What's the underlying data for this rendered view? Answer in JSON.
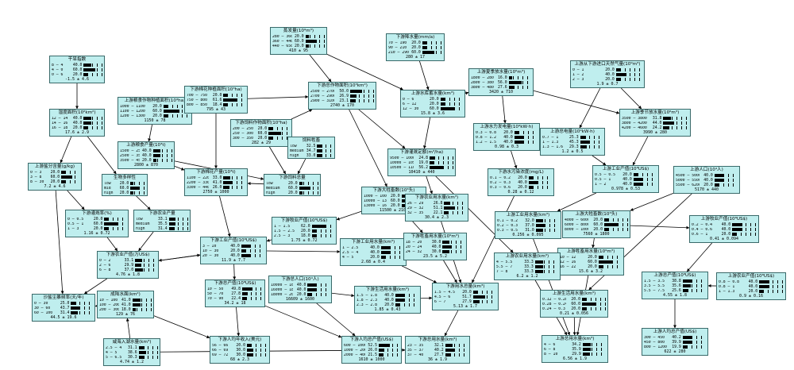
{
  "nodes": [
    {
      "id": "n1",
      "title": "干旱指数",
      "rows": [
        [
          "8 – 4",
          "40.0"
        ],
        [
          "4 – 0",
          "60.0"
        ],
        [
          "0 – 6",
          "20.0"
        ]
      ],
      "foot": "-1.5 ± 4.6"
    },
    {
      "id": "n2",
      "title": "湿度面积(10²km²)",
      "rows": [
        [
          "12 – 14",
          "40.0"
        ],
        [
          "14 – 16",
          "40.0"
        ],
        [
          "16 – 18",
          "20.0"
        ]
      ],
      "foot": "17.6 ± 2.9"
    },
    {
      "id": "n3",
      "title": "上游盐分含量(g/kg)",
      "rows": [
        [
          "0 – 3",
          "20.0"
        ],
        [
          "3 – 8",
          "60.0"
        ],
        [
          "8 – 30",
          "20.0"
        ]
      ],
      "foot": "7.2 ± 4.6"
    },
    {
      "id": "n4",
      "title": "生物多样性",
      "rows": [
        [
          "low",
          "20.0"
        ],
        [
          "mid",
          "60.0"
        ],
        [
          "high",
          "20.0"
        ]
      ],
      "foot": ""
    },
    {
      "id": "n5",
      "title": "下游灌溉率(%)",
      "rows": [
        [
          "0 – 0.5",
          "20.0"
        ],
        [
          "0.5 – 1",
          "60.0"
        ],
        [
          "1 – 3",
          "20.0"
        ]
      ],
      "foot": "1.16 ± 0.72"
    },
    {
      "id": "n6",
      "title": "下游农业产量",
      "rows": [
        [
          "low",
          "33.1"
        ],
        [
          "medium",
          "35.5"
        ],
        [
          "high",
          "31.4"
        ]
      ],
      "foot": ""
    },
    {
      "id": "n7",
      "title": "下游农业产值(万US$)",
      "rows": [
        [
          "0 – 2",
          "33.1"
        ],
        [
          "2 – 6",
          "29.9"
        ],
        [
          "6 – 8",
          "37.0"
        ]
      ],
      "foot": "4.76 ± 1.8"
    },
    {
      "id": "n8",
      "title": "沙盐尘暴频率(天/年)",
      "rows": [
        [
          "0 – 30",
          "25.0"
        ],
        [
          "30 – 60",
          "43.7"
        ],
        [
          "60 – 100",
          "31.4"
        ]
      ],
      "foot": "44.5 ± 19.6"
    },
    {
      "id": "n9",
      "title": "成陆水面(km²)",
      "rows": [
        [
          "10 – 100",
          "41.0"
        ],
        [
          "100 – 200",
          "41.0"
        ],
        [
          "200 – 300",
          "18.0"
        ]
      ],
      "foot": "129 ± 76"
    },
    {
      "id": "n10",
      "title": "咸海入湖水量(km³)",
      "rows": [
        [
          "2.5 – 4",
          "31.1"
        ],
        [
          "4 – 5",
          "38.6"
        ],
        [
          "5 – 6.5",
          "30.3"
        ]
      ],
      "foot": "4.74 ± 1.2"
    },
    {
      "id": "n11",
      "title": "上游粮食作物种植面积(10³ha)",
      "rows": [
        [
          "1000 – 1100",
          "20.0"
        ],
        [
          "1100 – 1200",
          "60.0"
        ],
        [
          "1200 – 1300",
          "20.0"
        ]
      ],
      "foot": "1150 ± 78"
    },
    {
      "id": "n12",
      "title": "上游粮食产量(10³t)",
      "rows": [
        [
          "1500 – 2500",
          "40.0"
        ],
        [
          "2500 – 3500",
          "40.0"
        ],
        [
          "3500 – 4500",
          "20.0"
        ]
      ],
      "foot": "2800 ± 870"
    },
    {
      "id": "n13",
      "title": "下游棉花种植面积(10³ha)",
      "rows": [
        [
          "700 – 750",
          "20.0"
        ],
        [
          "750 – 800",
          "61.6"
        ],
        [
          "800 – 850",
          "18.4"
        ]
      ],
      "foot": "795 ± 43"
    },
    {
      "id": "n14",
      "title": "下游饲料作物面积(10³ha)",
      "rows": [
        [
          "200 – 250",
          "20.0"
        ],
        [
          "250 – 300",
          "60.0"
        ],
        [
          "300 – 350",
          "20.0"
        ]
      ],
      "foot": "282 ± 29"
    },
    {
      "id": "n15",
      "title": "下游棉花产量(10³t)",
      "rows": [
        [
          "1100 – 2200",
          "33.0"
        ],
        [
          "2200 – 3300",
          "41.0"
        ],
        [
          "3300 – 4400",
          "26.0"
        ]
      ],
      "foot": "2750 ± 1000"
    },
    {
      "id": "n16",
      "title": "蒸发量(10⁹m³)",
      "rows": [
        [
          "280 – 360",
          "20.0"
        ],
        [
          "360 – 440",
          "60.0"
        ],
        [
          "440 – 650",
          "20.0"
        ]
      ],
      "foot": "410 ± 95"
    },
    {
      "id": "n17",
      "title": "下游总作物面积(10³km²)",
      "rows": [
        [
          "2500 – 2700",
          "50.0"
        ],
        [
          "2700 – 2900",
          "26.9"
        ],
        [
          "2900 – 3100",
          "23.1"
        ]
      ],
      "foot": "2740 ± 170"
    },
    {
      "id": "n18",
      "title": "饲料牲畜",
      "rows": [
        [
          "low",
          "32.5"
        ],
        [
          "medium",
          "34.7"
        ],
        [
          "high",
          "33.0"
        ]
      ],
      "foot": ""
    },
    {
      "id": "n19",
      "title": "下游饲料总量",
      "rows": [
        [
          "low",
          "20.0"
        ],
        [
          "medium",
          "60.0"
        ],
        [
          "high",
          "20.0"
        ]
      ],
      "foot": ""
    },
    {
      "id": "n20",
      "title": "下游降水量(mm/a)",
      "rows": [
        [
          "70 – 190",
          "20.0"
        ],
        [
          "90 – 210",
          "20.0"
        ],
        [
          "210 – 290",
          "60.0"
        ]
      ],
      "foot": "280 ± 17"
    },
    {
      "id": "n21",
      "title": "上游水库蓄水量(km³)",
      "rows": [
        [
          "0 – 6",
          "20.0"
        ],
        [
          "6 – 12",
          "20.0"
        ],
        [
          "12 – 30",
          "60.0"
        ]
      ],
      "foot": "15.8 ± 3.6"
    },
    {
      "id": "n22",
      "title": "下游灌溉定额(m³/ha)",
      "rows": [
        [
          "9500 – 10000",
          "24.8"
        ],
        [
          "10000 – 10500",
          "19.0"
        ],
        [
          "10500 – 11000",
          "56.2"
        ]
      ],
      "foot": "10410 ± 440"
    },
    {
      "id": "n23",
      "title": "下游大牲畜数(10³头)",
      "rows": [
        [
          "1000 – 10000",
          "20.0"
        ],
        [
          "10000 – 13000",
          "60.0"
        ],
        [
          "13000 – 16000",
          "20.0"
        ]
      ],
      "foot": "11500 ± 2100"
    },
    {
      "id": "n24",
      "title": "下游牧业产值(10⁸US$)",
      "rows": [
        [
          "1 – 1.5",
          "62.0"
        ],
        [
          "1.5 – 2.5",
          "20.0"
        ],
        [
          "2.5 – 3",
          "18.0"
        ]
      ],
      "foot": "1.75 ± 0.72"
    },
    {
      "id": "n25",
      "title": "下游工业产值(10⁸US$)",
      "rows": [
        [
          "3 – 10",
          "40.0"
        ],
        [
          "10 – 30",
          "20.0"
        ],
        [
          "20 – 30",
          "40.0"
        ]
      ],
      "foot": "11.9 ± 7.7"
    },
    {
      "id": "n26",
      "title": "下游总产值(10⁸US$)",
      "rows": [
        [
          "10 – 50",
          "49.8"
        ],
        [
          "50 – 70",
          "27.8"
        ],
        [
          "70 – 90",
          "22.4"
        ]
      ],
      "foot": "34.2 ± 18"
    },
    {
      "id": "n27",
      "title": "下游总人口(10⁴人)",
      "rows": [
        [
          "10000 – 16000",
          "40.0"
        ],
        [
          "16000 – 18000",
          "40.0"
        ],
        [
          "18000 – 20000",
          "20.0"
        ]
      ],
      "foot": "16609 ± 1600"
    },
    {
      "id": "n28",
      "title": "下游工业用水量(km³)",
      "rows": [
        [
          "1 – 2.5",
          "40.0"
        ],
        [
          "2.5 – 4",
          "40.0"
        ],
        [
          "4 – 5",
          "20.0"
        ]
      ],
      "foot": "2.68 ± 0.4"
    },
    {
      "id": "n29",
      "title": "下游农业用水量(km³)",
      "rows": [
        [
          "26 – 29",
          "26.8"
        ],
        [
          "29 – 32",
          "51.1"
        ],
        [
          "32 – 35",
          "22.1"
        ]
      ],
      "foot": "30.4 ± 2.3"
    },
    {
      "id": "n30",
      "title": "下游牲畜用水量(10⁹m³)",
      "rows": [
        [
          "18 – 20",
          "30.0"
        ],
        [
          "20 – 24",
          "40.0"
        ],
        [
          "24 – 32",
          "30.0"
        ]
      ],
      "foot": "23.5 ± 5.2"
    },
    {
      "id": "n31",
      "title": "下游生活用水量(km³)",
      "rows": [
        [
          "1.5 – 1.8",
          "40.0"
        ],
        [
          "1.8 – 2.3",
          "40.0"
        ],
        [
          "2.3 – 2.8",
          "20.0"
        ]
      ],
      "foot": "1.85 ± 0.43"
    },
    {
      "id": "n32",
      "title": "下游人均年收入(美元)",
      "rows": [
        [
          "56 – 66",
          "20.0"
        ],
        [
          "66 – 69",
          "30.0"
        ],
        [
          "69 – 72",
          "30.0"
        ]
      ],
      "foot": "68 ± 2.3"
    },
    {
      "id": "n33",
      "title": "下游人均总产值(US$)",
      "rows": [
        [
          "600 – 1000",
          "52.5"
        ],
        [
          "1000 – 2000",
          "26.0"
        ],
        [
          "2000 – 4000",
          "21.5"
        ]
      ],
      "foot": "1610 ± 1000"
    },
    {
      "id": "n34",
      "title": "下游用水总量(km³)",
      "rows": [
        [
          "1.5 – 4.5",
          "20.0"
        ],
        [
          "4.5 – 6",
          "51.7"
        ],
        [
          "6 – 7",
          "27.9"
        ]
      ],
      "foot": "5.13 ± 1.7"
    },
    {
      "id": "n35",
      "title": "上游夏季放水量(10⁶m³)",
      "rows": [
        [
          "1800 – 2800",
          "16.0"
        ],
        [
          "2800 – 3800",
          "56.0"
        ],
        [
          "3800 – 4800",
          "27.6"
        ]
      ],
      "foot": "3420 ± 710"
    },
    {
      "id": "n36",
      "title": "上游水力发电量(10⁹kW·h)",
      "rows": [
        [
          "0.3 – 0.8",
          "20.0"
        ],
        [
          "0.8 – 1.2",
          "40.0"
        ],
        [
          "1.2 – 1.5",
          "40.0"
        ]
      ],
      "foot": "0.98 ± 0.3"
    },
    {
      "id": "n37",
      "title": "上游从下游进口天然气量(10⁹m³)",
      "rows": [
        [
          "0 – 1",
          "20.0"
        ],
        [
          "1 – 2",
          "40.0"
        ],
        [
          "2 – 3",
          "20.0"
        ]
      ],
      "foot": "1.9 ± 0.7"
    },
    {
      "id": "n38",
      "title": "上游季节放水量(10⁶m³)",
      "rows": [
        [
          "3500 – 3800",
          "31.8"
        ],
        [
          "3800 – 4200",
          "44.0"
        ],
        [
          "4200 – 4600",
          "24.2"
        ]
      ],
      "foot": "3990 ± 280"
    },
    {
      "id": "n39",
      "title": "上游总电量(10⁹kW·h)",
      "rows": [
        [
          "0.7 – 1",
          "25.3"
        ],
        [
          "1 – 1.3",
          "45.3"
        ],
        [
          "1.3 – 1.6",
          "29.3"
        ]
      ],
      "foot": "1.2 ± 0.5"
    },
    {
      "id": "n40",
      "title": "下游水污染浓度(mg/L)",
      "rows": [
        [
          "0.1 – 0.2",
          "20.0"
        ],
        [
          "0.2 – 0.3",
          "40.0"
        ],
        [
          "0.3 – 0.6",
          "20.0"
        ]
      ],
      "foot": "0.28 ± 0.12"
    },
    {
      "id": "n41",
      "title": "上游工业产值(10⁸US$)",
      "rows": [
        [
          "0.5 – 0.5",
          "20.0"
        ],
        [
          "0.5 – 1",
          "40.0"
        ],
        [
          "1 – 2",
          "40.0"
        ]
      ],
      "foot": "0.978 ± 0.53"
    },
    {
      "id": "n42",
      "title": "上游人口(10⁴人)",
      "rows": [
        [
          "4500 – 5000",
          "40.0"
        ],
        [
          "5000 – 5500",
          "40.0"
        ],
        [
          "5500 – 6200",
          "20.0"
        ]
      ],
      "foot": "5170 ± 440"
    },
    {
      "id": "n43",
      "title": "上游工业用水量(km³)",
      "rows": [
        [
          "0.1 – 0.2",
          "32.0"
        ],
        [
          "0.2 – 0.3",
          "37.0"
        ],
        [
          "0.3 – 0.5",
          "31.0"
        ]
      ],
      "foot": "0.256 ± 0.095"
    },
    {
      "id": "n44",
      "title": "上游大牲畜数(10³头)",
      "rows": [
        [
          "4000 – 6000",
          "20.0"
        ],
        [
          "6000 – 8000",
          "60.0"
        ],
        [
          "8000 – 10000",
          "20.0"
        ]
      ],
      "foot": "7560 ± 1800"
    },
    {
      "id": "n45",
      "title": "上游牧业产值(10⁸US$)",
      "rows": [
        [
          "0.2 – 0.4",
          "40.0"
        ],
        [
          "0.4 – 0.6",
          "40.0"
        ],
        [
          "0.6 – 1",
          "20.0"
        ]
      ],
      "foot": "0.41 ± 0.094"
    },
    {
      "id": "n46",
      "title": "上游牲畜用水量(10⁹m³)",
      "rows": [
        [
          "10 – 12",
          "20.0"
        ],
        [
          "12 – 16",
          "60.0"
        ],
        [
          "16 – 22",
          "20.0"
        ]
      ],
      "foot": "15.6 ± 3.2"
    },
    {
      "id": "n47",
      "title": "上游农业用水量(km³)",
      "rows": [
        [
          "4 – 5.5",
          "33.3"
        ],
        [
          "5.5 – 7",
          "33.3"
        ],
        [
          "7 – 8",
          "33.3"
        ]
      ],
      "foot": "6.2 ± 1.2"
    },
    {
      "id": "n48",
      "title": "上游生活用水量(km³)",
      "rows": [
        [
          "0.12 – 0.28",
          "20.0"
        ],
        [
          "0.28 – 0.24",
          "60.0"
        ],
        [
          "0.24 – 0.3",
          "20.0"
        ]
      ],
      "foot": "0.21 ± 0.056"
    },
    {
      "id": "n49",
      "title": "上游总产值(10⁸US$)",
      "rows": [
        [
          "1.5 – 3.5",
          "38.8"
        ],
        [
          "3.5 – 5.5",
          "35.6"
        ],
        [
          "5.5 – 7.5",
          "25.6"
        ]
      ],
      "foot": "4.55 ± 1.8"
    },
    {
      "id": "n50",
      "title": "上游农业产值(10⁸US$)",
      "rows": [
        [
          "0.8 – 0.8",
          "40.0"
        ],
        [
          "0.8 – 1",
          "40.0"
        ],
        [
          "1 – 1.3",
          "20.0"
        ]
      ],
      "foot": "0.9 ± 0.16"
    },
    {
      "id": "n51",
      "title": "上游总用水量(km³)",
      "rows": [
        [
          "4 – 6",
          "34.2"
        ],
        [
          "6 – 8",
          "35.9"
        ],
        [
          "8 – 10",
          "29.9"
        ]
      ],
      "foot": "6.56 ± 1.9"
    },
    {
      "id": "n52",
      "title": "上游人均总产值(US$)",
      "rows": [
        [
          "300 – 450",
          "40.2"
        ],
        [
          "450 – 800",
          "39.9"
        ],
        [
          "800 – 1200",
          "19.9"
        ]
      ],
      "foot": "622 ± 280"
    },
    {
      "id": "n53",
      "title": "下游总用水量(km³)",
      "rows": [
        [
          "23 – 35",
          "32.1"
        ],
        [
          "35 – 37",
          "40.2"
        ],
        [
          "37 – 40",
          "27.7"
        ]
      ],
      "foot": "36 ± 1.9"
    }
  ]
}
